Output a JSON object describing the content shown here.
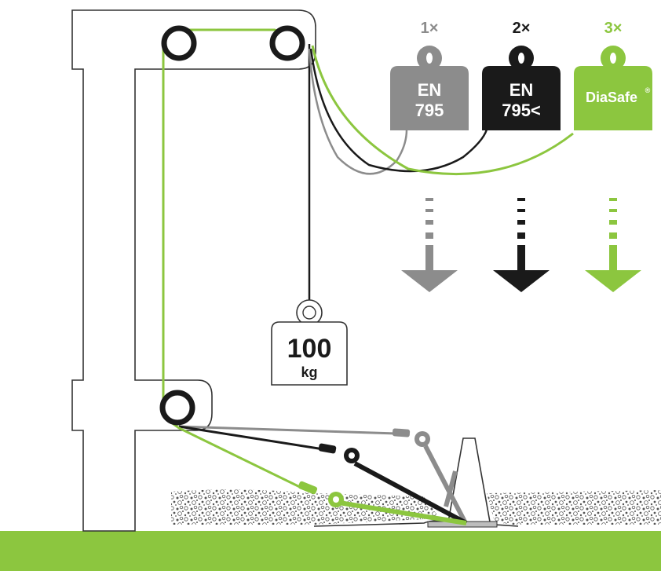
{
  "colors": {
    "grey": "#8c8c8c",
    "black": "#1a1a1a",
    "green": "#8cc63f",
    "ground": "#8cc63f",
    "outline": "#333333",
    "gravel": "#555555"
  },
  "weights": [
    {
      "multiplier": "1×",
      "line1": "EN",
      "line2": "795",
      "color": "grey"
    },
    {
      "multiplier": "2×",
      "line1": "EN",
      "line2": "795<",
      "color": "black"
    },
    {
      "multiplier": "3×",
      "line1": "DiaSafe",
      "line2": "®",
      "color": "green"
    }
  ],
  "load": {
    "value": "100",
    "unit": "kg"
  },
  "icons": [
    "pulley-icon",
    "weight-icon",
    "down-arrow-icon",
    "anchor-icon",
    "carabiner-icon"
  ]
}
